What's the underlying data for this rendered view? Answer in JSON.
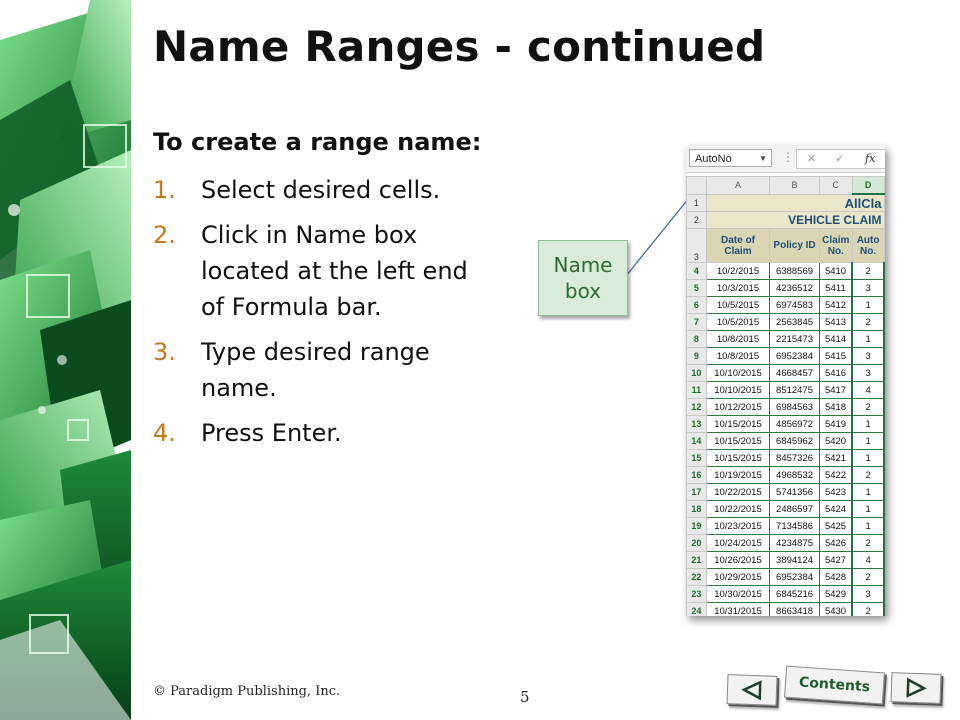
{
  "slide": {
    "title": "Name Ranges - continued",
    "subheading": "To create a range name:",
    "steps": [
      {
        "num": "1.",
        "text": "Select desired cells."
      },
      {
        "num": "2.",
        "text": "Click in Name box located at the left end of Formula bar."
      },
      {
        "num": "3.",
        "text": "Type desired range name."
      },
      {
        "num": "4.",
        "text": "Press Enter."
      }
    ],
    "callout": "Name box",
    "footer": "© Paradigm Publishing, Inc.",
    "page_number": "5"
  },
  "nav": {
    "prev_icon": "triangle-left-icon",
    "contents_label": "Contents",
    "next_icon": "triangle-right-icon"
  },
  "spreadsheet": {
    "name_box_value": "AutoNo",
    "formula_bar": {
      "dots": "⋮",
      "cancel": "✕",
      "enter": "✓",
      "fx": "fx"
    },
    "columns": [
      "A",
      "B",
      "C",
      "D"
    ],
    "active_column": "D",
    "title_row": {
      "row": "1",
      "text": "AllCla"
    },
    "subtitle_row": {
      "row": "2",
      "text": "VEHICLE CLAIM"
    },
    "header_row": {
      "row": "3",
      "cells": [
        "Date of Claim",
        "Policy ID",
        "Claim No.",
        "Auto No."
      ]
    },
    "rows": [
      {
        "n": "4",
        "date": "10/2/2015",
        "policy": "6388569",
        "claim": "5410",
        "auto": "2"
      },
      {
        "n": "5",
        "date": "10/3/2015",
        "policy": "4236512",
        "claim": "5411",
        "auto": "3"
      },
      {
        "n": "6",
        "date": "10/5/2015",
        "policy": "6974583",
        "claim": "5412",
        "auto": "1"
      },
      {
        "n": "7",
        "date": "10/5/2015",
        "policy": "2563845",
        "claim": "5413",
        "auto": "2"
      },
      {
        "n": "8",
        "date": "10/8/2015",
        "policy": "2215473",
        "claim": "5414",
        "auto": "1"
      },
      {
        "n": "9",
        "date": "10/8/2015",
        "policy": "6952384",
        "claim": "5415",
        "auto": "3"
      },
      {
        "n": "10",
        "date": "10/10/2015",
        "policy": "4668457",
        "claim": "5416",
        "auto": "3"
      },
      {
        "n": "11",
        "date": "10/10/2015",
        "policy": "8512475",
        "claim": "5417",
        "auto": "4"
      },
      {
        "n": "12",
        "date": "10/12/2015",
        "policy": "6984563",
        "claim": "5418",
        "auto": "2"
      },
      {
        "n": "13",
        "date": "10/15/2015",
        "policy": "4856972",
        "claim": "5419",
        "auto": "1"
      },
      {
        "n": "14",
        "date": "10/15/2015",
        "policy": "6845962",
        "claim": "5420",
        "auto": "1"
      },
      {
        "n": "15",
        "date": "10/15/2015",
        "policy": "8457326",
        "claim": "5421",
        "auto": "1"
      },
      {
        "n": "16",
        "date": "10/19/2015",
        "policy": "4968532",
        "claim": "5422",
        "auto": "2"
      },
      {
        "n": "17",
        "date": "10/22/2015",
        "policy": "5741356",
        "claim": "5423",
        "auto": "1"
      },
      {
        "n": "18",
        "date": "10/22/2015",
        "policy": "2486597",
        "claim": "5424",
        "auto": "1"
      },
      {
        "n": "19",
        "date": "10/23/2015",
        "policy": "7134586",
        "claim": "5425",
        "auto": "1"
      },
      {
        "n": "20",
        "date": "10/24/2015",
        "policy": "4234875",
        "claim": "5426",
        "auto": "2"
      },
      {
        "n": "21",
        "date": "10/26/2015",
        "policy": "3894124",
        "claim": "5427",
        "auto": "4"
      },
      {
        "n": "22",
        "date": "10/29/2015",
        "policy": "6952384",
        "claim": "5428",
        "auto": "2"
      },
      {
        "n": "23",
        "date": "10/30/2015",
        "policy": "6845216",
        "claim": "5429",
        "auto": "3"
      },
      {
        "n": "24",
        "date": "10/31/2015",
        "policy": "8663418",
        "claim": "5430",
        "auto": "2"
      }
    ]
  },
  "colors": {
    "accent_green": "#217346",
    "step_number": "#c47a1b",
    "callout_fill": "#d8ecd9"
  }
}
